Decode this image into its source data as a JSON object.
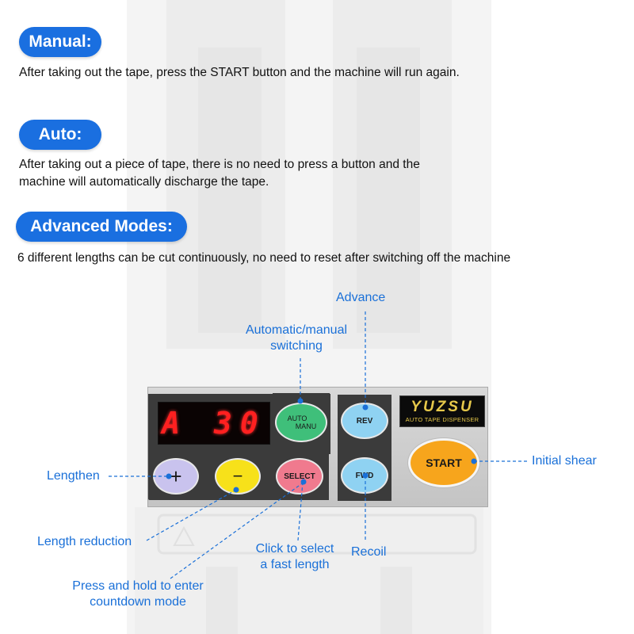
{
  "sections": {
    "manual": {
      "title": "Manual:",
      "text": "After taking out the tape, press the START button and the machine will run again."
    },
    "auto": {
      "title": "Auto:",
      "line1": "After taking out a piece of tape, there is no need to press a button and the",
      "line2": "machine will automatically discharge the tape."
    },
    "advanced": {
      "title": "Advanced Modes:",
      "text": "6 different lengths can be cut continuously, no need to reset after switching off the machine"
    }
  },
  "panel": {
    "display": "A 30",
    "buttons": {
      "auto_top": "AUTO",
      "auto_bottom": "MANU",
      "rev": "REV",
      "fwd": "FWD",
      "plus": "+",
      "minus": "−",
      "select": "SELECT",
      "start": "START"
    },
    "logo_brand": "YUZSU",
    "logo_sub": "AUTO TAPE DISPENSER"
  },
  "annotations": {
    "advance": "Advance",
    "auto_manual_1": "Automatic/manual",
    "auto_manual_2": "switching",
    "lengthen": "Lengthen",
    "initial_shear": "Initial shear",
    "length_reduction": "Length reduction",
    "click_select_1": "Click to select",
    "click_select_2": "a fast length",
    "recoil": "Recoil",
    "press_hold_1": "Press and hold to enter",
    "press_hold_2": "countdown mode"
  },
  "colors": {
    "accent": "#1a6fe0",
    "annotation": "#1a70d8",
    "auto_button": "#3fbf7a",
    "rev_fwd_button": "#8fd2f2",
    "plus_button": "#c9c3ee",
    "minus_button": "#f7e11a",
    "select_button": "#f07a8e",
    "start_button": "#f7a51c",
    "led": "#ff2020"
  }
}
